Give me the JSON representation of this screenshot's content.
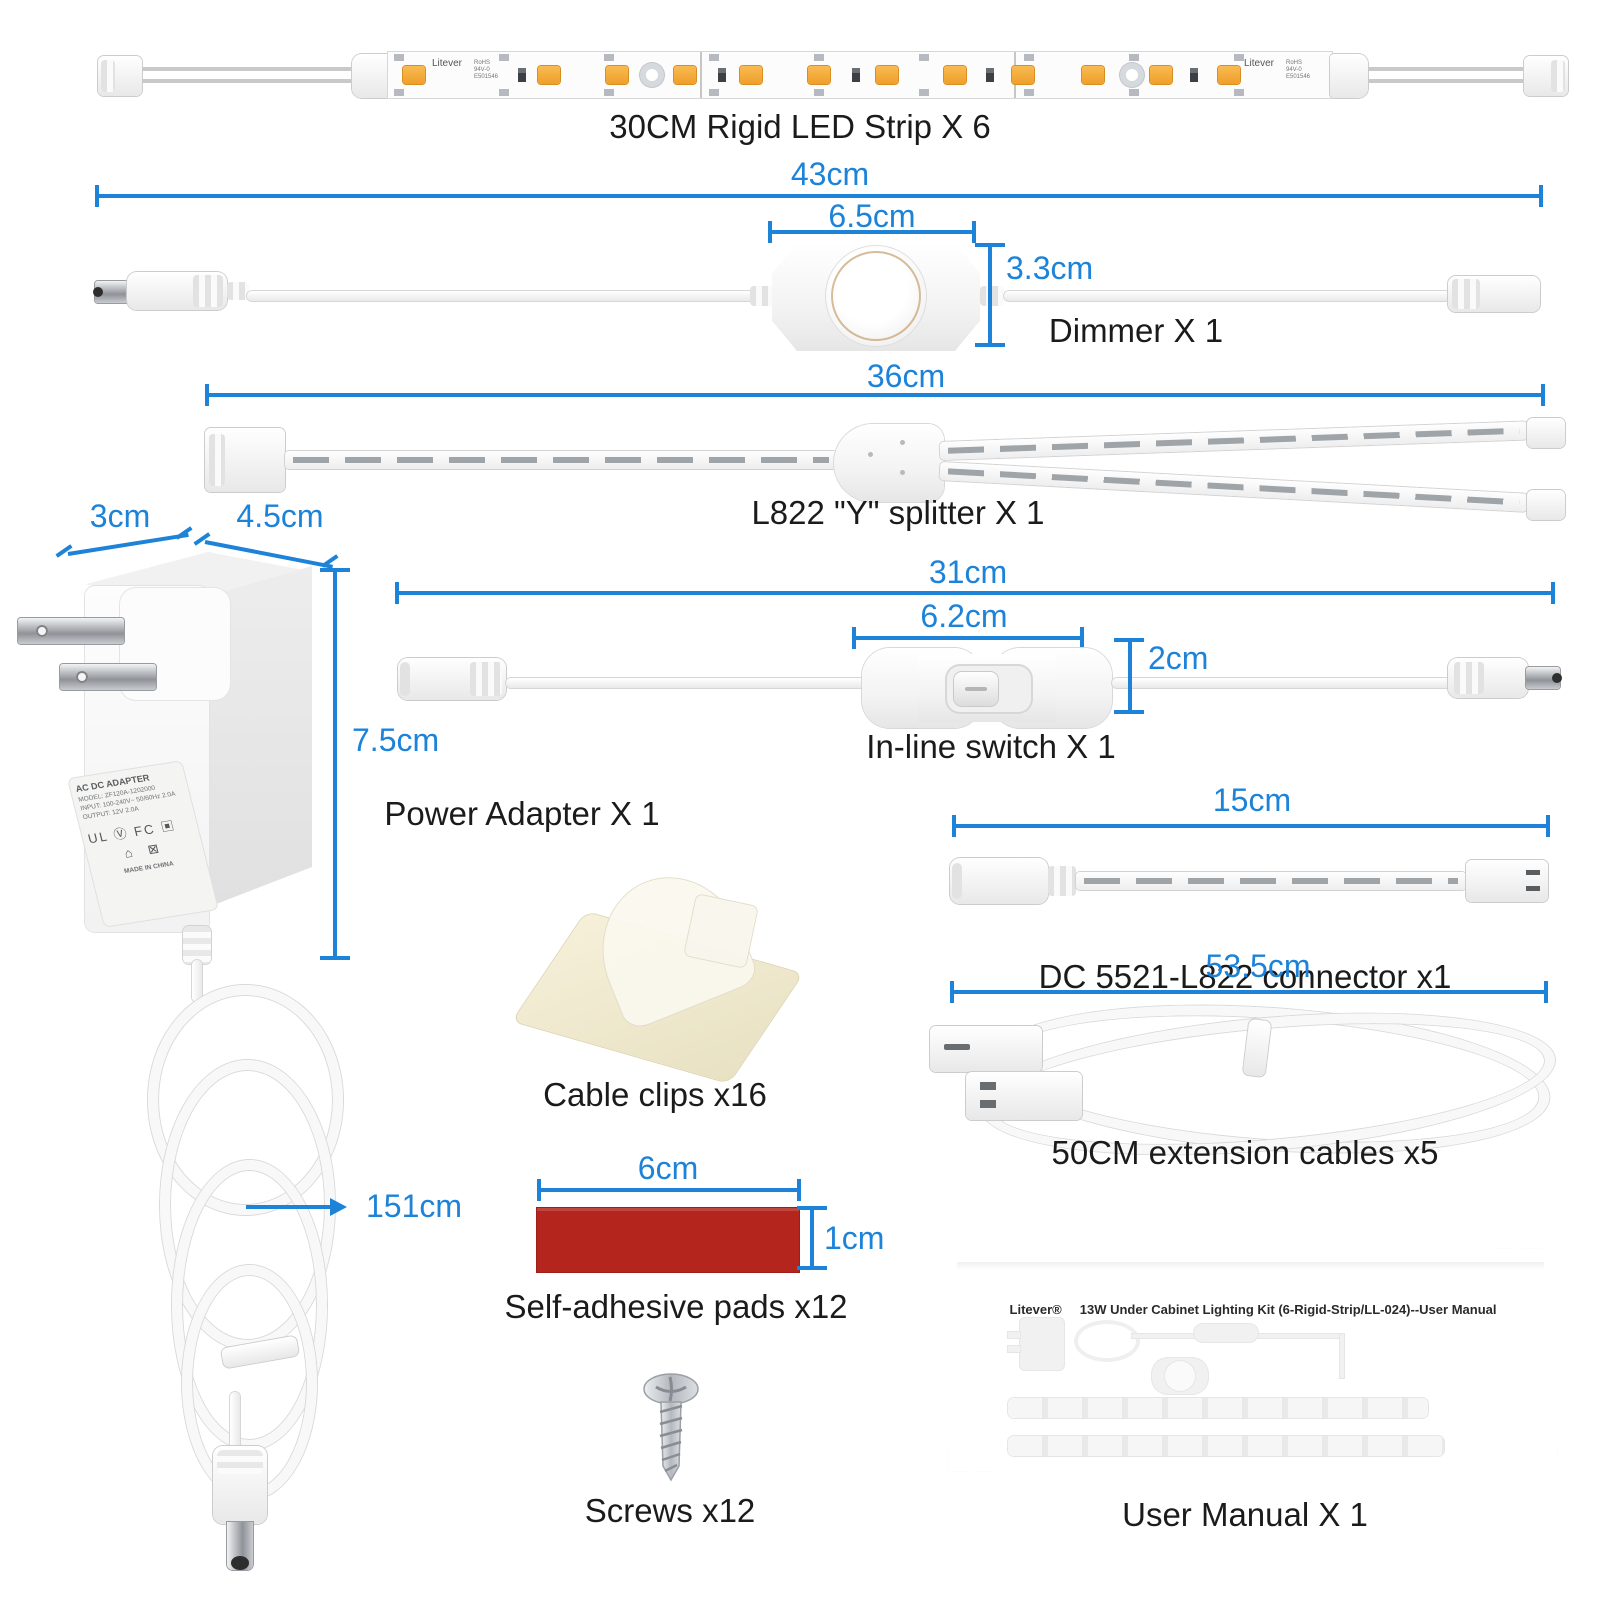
{
  "colors": {
    "dimension_blue": "#1c83d9",
    "label_black": "#1b1b1b",
    "led_orange": "#f2a33c",
    "pad_red": "#b4261d"
  },
  "strip": {
    "label": "30CM Rigid LED Strip X 6",
    "brand": "Litever",
    "marks": [
      "RoHS",
      "94V-0",
      "E501546"
    ]
  },
  "row_dimmer": {
    "label": "Dimmer X 1",
    "dim_total": "43cm",
    "dim_body": "6.5cm",
    "dim_height": "3.3cm"
  },
  "row_splitter": {
    "label": "L822 \"Y\" splitter X 1",
    "dim_total": "36cm"
  },
  "adapter": {
    "label": "Power Adapter X 1",
    "dim_width": "3cm",
    "dim_depth": "4.5cm",
    "dim_height": "7.5cm",
    "dim_cord": "151cm",
    "plate": {
      "title": "AC DC ADAPTER",
      "model": "MODEL: ZF120A-1202000",
      "input": "INPUT: 100-240V~ 50/60Hz 2.0A",
      "output": "OUTPUT: 12V 2.0A",
      "certs": "UL Ⓥ FC ▣",
      "eco": "⌂ ⊠",
      "made_in": "MADE IN CHINA"
    }
  },
  "row_switch": {
    "label": "In-line switch X 1",
    "dim_total": "31cm",
    "dim_body": "6.2cm",
    "dim_height": "2cm"
  },
  "row_dc": {
    "label": "DC 5521-L822 connector x1",
    "dim_total": "15cm"
  },
  "clips": {
    "label": "Cable clips x16"
  },
  "extension": {
    "label": "50CM extension cables x5",
    "dim_total": "53.5cm"
  },
  "pads": {
    "label": "Self-adhesive pads x12",
    "dim_width": "6cm",
    "dim_height": "1cm"
  },
  "screws": {
    "label": "Screws x12"
  },
  "manual": {
    "brand": "Litever®",
    "title": "13W Under Cabinet Lighting Kit (6-Rigid-Strip/LL-024)--User Manual",
    "label": "User Manual X 1"
  }
}
